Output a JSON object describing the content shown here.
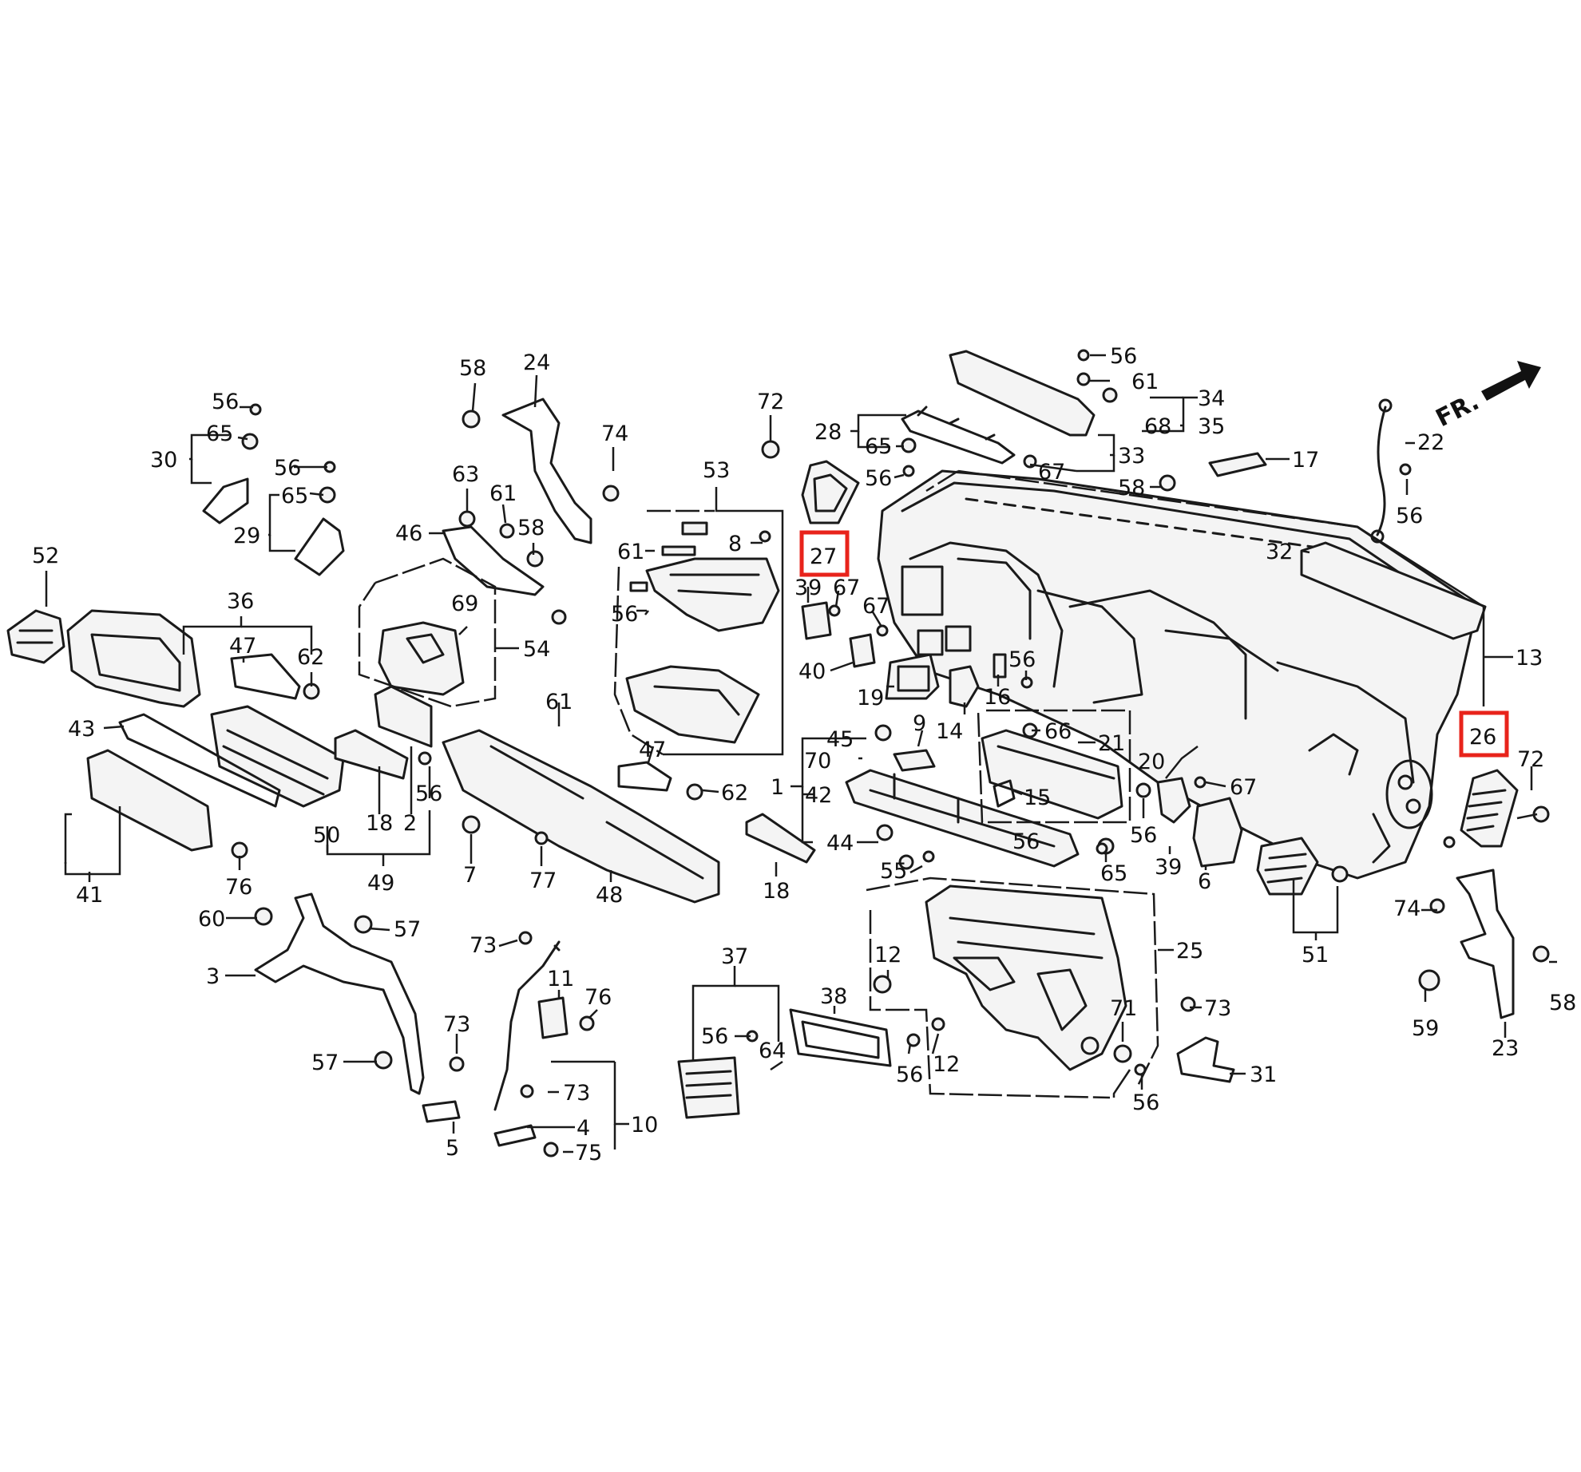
{
  "highlight_color": "#e8231b",
  "direction_label": "FR.",
  "callouts": [
    {
      "id": "p1",
      "label": "1",
      "highlighted": false
    },
    {
      "id": "p2",
      "label": "2",
      "highlighted": false
    },
    {
      "id": "p3",
      "label": "3",
      "highlighted": false
    },
    {
      "id": "p4",
      "label": "4",
      "highlighted": false
    },
    {
      "id": "p5",
      "label": "5",
      "highlighted": false
    },
    {
      "id": "p6",
      "label": "6",
      "highlighted": false
    },
    {
      "id": "p7",
      "label": "7",
      "highlighted": false
    },
    {
      "id": "p8",
      "label": "8",
      "highlighted": false
    },
    {
      "id": "p9",
      "label": "9",
      "highlighted": false
    },
    {
      "id": "p10",
      "label": "10",
      "highlighted": false
    },
    {
      "id": "p11",
      "label": "11",
      "highlighted": false
    },
    {
      "id": "p12a",
      "label": "12",
      "highlighted": false
    },
    {
      "id": "p12b",
      "label": "12",
      "highlighted": false
    },
    {
      "id": "p13",
      "label": "13",
      "highlighted": false
    },
    {
      "id": "p14",
      "label": "14",
      "highlighted": false
    },
    {
      "id": "p15",
      "label": "15",
      "highlighted": false
    },
    {
      "id": "p16",
      "label": "16",
      "highlighted": false
    },
    {
      "id": "p17",
      "label": "17",
      "highlighted": false
    },
    {
      "id": "p18a",
      "label": "18",
      "highlighted": false
    },
    {
      "id": "p18b",
      "label": "18",
      "highlighted": false
    },
    {
      "id": "p19",
      "label": "19",
      "highlighted": false
    },
    {
      "id": "p20",
      "label": "20",
      "highlighted": false
    },
    {
      "id": "p21",
      "label": "21",
      "highlighted": false
    },
    {
      "id": "p22",
      "label": "22",
      "highlighted": false
    },
    {
      "id": "p23",
      "label": "23",
      "highlighted": false
    },
    {
      "id": "p24",
      "label": "24",
      "highlighted": false
    },
    {
      "id": "p25",
      "label": "25",
      "highlighted": false
    },
    {
      "id": "p26",
      "label": "26",
      "highlighted": true
    },
    {
      "id": "p27",
      "label": "27",
      "highlighted": true
    },
    {
      "id": "p28",
      "label": "28",
      "highlighted": false
    },
    {
      "id": "p29",
      "label": "29",
      "highlighted": false
    },
    {
      "id": "p30",
      "label": "30",
      "highlighted": false
    },
    {
      "id": "p31",
      "label": "31",
      "highlighted": false
    },
    {
      "id": "p32",
      "label": "32",
      "highlighted": false
    },
    {
      "id": "p33",
      "label": "33",
      "highlighted": false
    },
    {
      "id": "p34",
      "label": "34",
      "highlighted": false
    },
    {
      "id": "p35",
      "label": "35",
      "highlighted": false
    },
    {
      "id": "p36",
      "label": "36",
      "highlighted": false
    },
    {
      "id": "p37",
      "label": "37",
      "highlighted": false
    },
    {
      "id": "p38",
      "label": "38",
      "highlighted": false
    },
    {
      "id": "p39a",
      "label": "39",
      "highlighted": false
    },
    {
      "id": "p39b",
      "label": "39",
      "highlighted": false
    },
    {
      "id": "p40",
      "label": "40",
      "highlighted": false
    },
    {
      "id": "p41",
      "label": "41",
      "highlighted": false
    },
    {
      "id": "p42",
      "label": "42",
      "highlighted": false
    },
    {
      "id": "p43",
      "label": "43",
      "highlighted": false
    },
    {
      "id": "p44",
      "label": "44",
      "highlighted": false
    },
    {
      "id": "p45",
      "label": "45",
      "highlighted": false
    },
    {
      "id": "p46",
      "label": "46",
      "highlighted": false
    },
    {
      "id": "p47a",
      "label": "47",
      "highlighted": false
    },
    {
      "id": "p47b",
      "label": "47",
      "highlighted": false
    },
    {
      "id": "p48",
      "label": "48",
      "highlighted": false
    },
    {
      "id": "p49",
      "label": "49",
      "highlighted": false
    },
    {
      "id": "p50",
      "label": "50",
      "highlighted": false
    },
    {
      "id": "p51",
      "label": "51",
      "highlighted": false
    },
    {
      "id": "p52",
      "label": "52",
      "highlighted": false
    },
    {
      "id": "p53",
      "label": "53",
      "highlighted": false
    },
    {
      "id": "p54",
      "label": "54",
      "highlighted": false
    },
    {
      "id": "p55",
      "label": "55",
      "highlighted": false
    },
    {
      "id": "p56a",
      "label": "56",
      "highlighted": false
    },
    {
      "id": "p56b",
      "label": "56",
      "highlighted": false
    },
    {
      "id": "p56c",
      "label": "56",
      "highlighted": false
    },
    {
      "id": "p56d",
      "label": "56",
      "highlighted": false
    },
    {
      "id": "p56e",
      "label": "56",
      "highlighted": false
    },
    {
      "id": "p56f",
      "label": "56",
      "highlighted": false
    },
    {
      "id": "p56g",
      "label": "56",
      "highlighted": false
    },
    {
      "id": "p56h",
      "label": "56",
      "highlighted": false
    },
    {
      "id": "p56i",
      "label": "56",
      "highlighted": false
    },
    {
      "id": "p56j",
      "label": "56",
      "highlighted": false
    },
    {
      "id": "p56k",
      "label": "56",
      "highlighted": false
    },
    {
      "id": "p56l",
      "label": "56",
      "highlighted": false
    },
    {
      "id": "p56m",
      "label": "56",
      "highlighted": false
    },
    {
      "id": "p57a",
      "label": "57",
      "highlighted": false
    },
    {
      "id": "p57b",
      "label": "57",
      "highlighted": false
    },
    {
      "id": "p58a",
      "label": "58",
      "highlighted": false
    },
    {
      "id": "p58b",
      "label": "58",
      "highlighted": false
    },
    {
      "id": "p58c",
      "label": "58",
      "highlighted": false
    },
    {
      "id": "p58d",
      "label": "58",
      "highlighted": false
    },
    {
      "id": "p59",
      "label": "59",
      "highlighted": false
    },
    {
      "id": "p60",
      "label": "60",
      "highlighted": false
    },
    {
      "id": "p61a",
      "label": "61",
      "highlighted": false
    },
    {
      "id": "p61b",
      "label": "61",
      "highlighted": false
    },
    {
      "id": "p61c",
      "label": "61",
      "highlighted": false
    },
    {
      "id": "p61d",
      "label": "61",
      "highlighted": false
    },
    {
      "id": "p62a",
      "label": "62",
      "highlighted": false
    },
    {
      "id": "p62b",
      "label": "62",
      "highlighted": false
    },
    {
      "id": "p63",
      "label": "63",
      "highlighted": false
    },
    {
      "id": "p64",
      "label": "64",
      "highlighted": false
    },
    {
      "id": "p65a",
      "label": "65",
      "highlighted": false
    },
    {
      "id": "p65b",
      "label": "65",
      "highlighted": false
    },
    {
      "id": "p65c",
      "label": "65",
      "highlighted": false
    },
    {
      "id": "p65d",
      "label": "65",
      "highlighted": false
    },
    {
      "id": "p66",
      "label": "66",
      "highlighted": false
    },
    {
      "id": "p67a",
      "label": "67",
      "highlighted": false
    },
    {
      "id": "p67b",
      "label": "67",
      "highlighted": false
    },
    {
      "id": "p67c",
      "label": "67",
      "highlighted": false
    },
    {
      "id": "p67d",
      "label": "67",
      "highlighted": false
    },
    {
      "id": "p68",
      "label": "68",
      "highlighted": false
    },
    {
      "id": "p69",
      "label": "69",
      "highlighted": false
    },
    {
      "id": "p70",
      "label": "70",
      "highlighted": false
    },
    {
      "id": "p71",
      "label": "71",
      "highlighted": false
    },
    {
      "id": "p72a",
      "label": "72",
      "highlighted": false
    },
    {
      "id": "p72b",
      "label": "72",
      "highlighted": false
    },
    {
      "id": "p73a",
      "label": "73",
      "highlighted": false
    },
    {
      "id": "p73b",
      "label": "73",
      "highlighted": false
    },
    {
      "id": "p73c",
      "label": "73",
      "highlighted": false
    },
    {
      "id": "p73d",
      "label": "73",
      "highlighted": false
    },
    {
      "id": "p74a",
      "label": "74",
      "highlighted": false
    },
    {
      "id": "p74b",
      "label": "74",
      "highlighted": false
    },
    {
      "id": "p75",
      "label": "75",
      "highlighted": false
    },
    {
      "id": "p76a",
      "label": "76",
      "highlighted": false
    },
    {
      "id": "p76b",
      "label": "76",
      "highlighted": false
    },
    {
      "id": "p77",
      "label": "77",
      "highlighted": false
    }
  ]
}
